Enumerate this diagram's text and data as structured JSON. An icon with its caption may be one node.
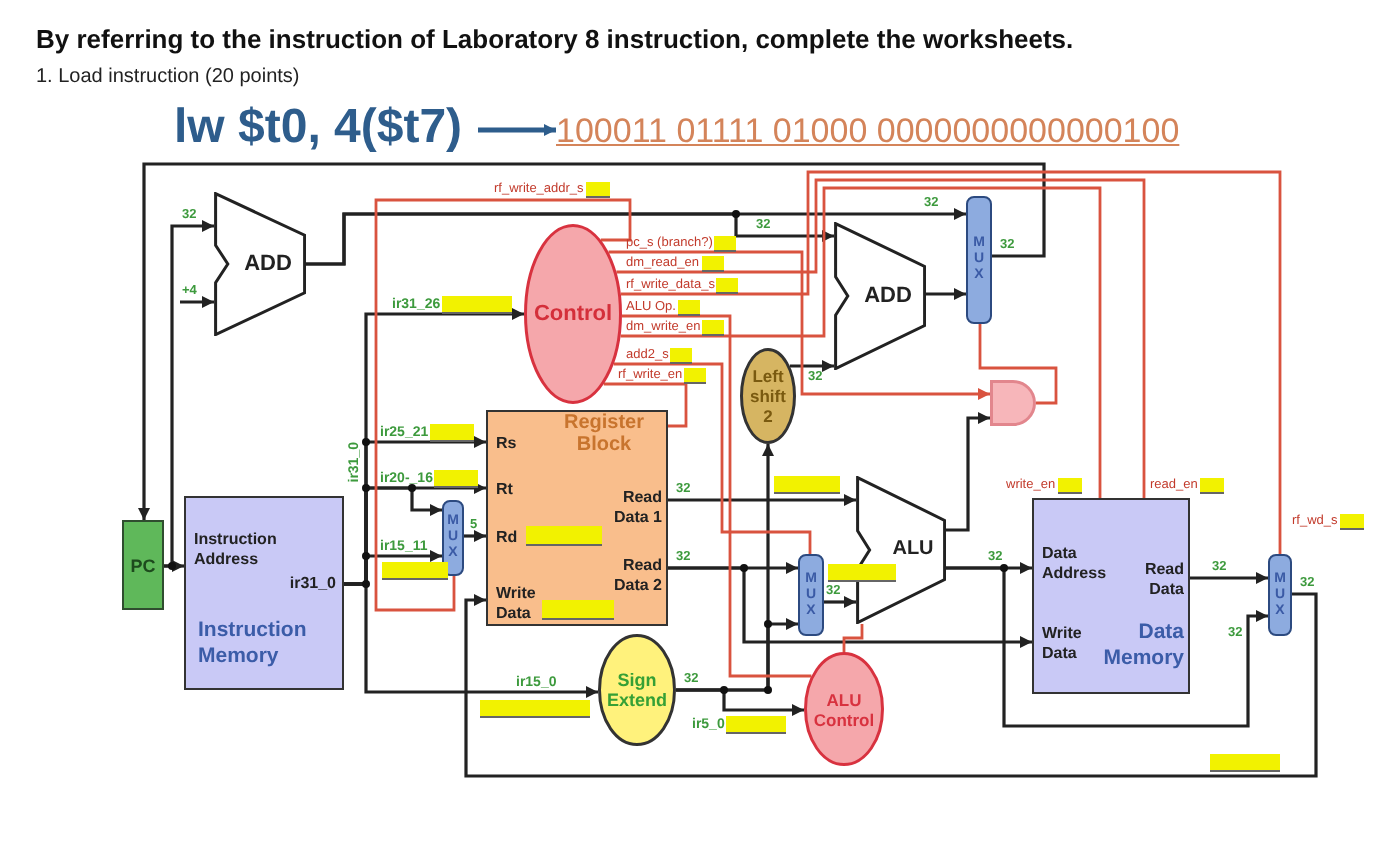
{
  "diagram": {
    "title": "By referring to the instruction of Laboratory 8 instruction, complete the worksheets.",
    "nodes": [
      {
        "text": [
          "lw $t0, 4($t7)"
        ]
      },
      {
        "text": [
          "100011 01111 01000 0000000000000100"
        ]
      },
      {
        "text": [
          "PC"
        ]
      },
      {
        "text": [
          "ADD"
        ]
      },
      {
        "text": [
          "Instruction Address",
          "ir31_0",
          "Instruction Memory"
        ]
      },
      {
        "text": [
          "M U X"
        ]
      },
      {
        "text": [
          "Control"
        ]
      },
      {
        "text": [
          "Register Block",
          "Rs",
          "Rt",
          "Rd",
          "Write Data",
          "Read Data 1",
          "Read Data 2"
        ]
      },
      {
        "text": [
          "Sign Extend"
        ]
      },
      {
        "text": [
          "Left shift 2"
        ]
      },
      {
        "text": [
          "M U X"
        ]
      },
      {
        "text": [
          "ALU Control"
        ]
      },
      {
        "text": [
          "ADD"
        ]
      },
      {
        "text": [
          "ALU"
        ]
      },
      {
        "text": [
          "M U X"
        ]
      },
      {
        "text": [],
        "shape": "gate"
      },
      {
        "text": [
          "Data Address",
          "Read Data",
          "Write Data",
          "Data Memory"
        ],
        "beside": [
          "write_en",
          "read_en"
        ]
      },
      {
        "text": [
          "M U X"
        ],
        "beside": [
          "rf_wd_s"
        ]
      }
    ],
    "edges": [
      {
        "from": 0,
        "to": 1,
        "arrow": "to",
        "color": "#2e5d8c"
      },
      {
        "from": 14,
        "to": 2,
        "arrow": "to",
        "label": "32"
      },
      {
        "from": 2,
        "to": 4,
        "arrow": "to"
      },
      {
        "from": 2,
        "to": 3,
        "arrow": "to",
        "label": "32"
      },
      {
        "from": null,
        "to": 3,
        "arrow": "to",
        "label": "+4"
      },
      {
        "from": 3,
        "to": 14,
        "arrow": "to",
        "label": "32"
      },
      {
        "from": 3,
        "to": 12,
        "arrow": "to",
        "label": "32"
      },
      {
        "from": 4,
        "to": 6,
        "arrow": "to",
        "label": "ir31_26"
      },
      {
        "from": 4,
        "to": 7,
        "arrow": "to",
        "label": "ir25_21"
      },
      {
        "from": 4,
        "to": 7,
        "arrow": "to",
        "label": "ir20-_16"
      },
      {
        "from": 4,
        "to": 5,
        "arrow": "to"
      },
      {
        "from": 4,
        "to": 5,
        "arrow": "to",
        "label": "ir15_11"
      },
      {
        "from": 4,
        "to": 8,
        "arrow": "to",
        "label": "ir15_0"
      },
      {
        "from": 5,
        "to": 7,
        "arrow": "to",
        "label": "5"
      },
      {
        "from": 7,
        "to": 13,
        "arrow": "to",
        "label": "32"
      },
      {
        "from": 7,
        "to": 10,
        "arrow": "to",
        "label": "32"
      },
      {
        "from": 7,
        "to": 16,
        "arrow": "to"
      },
      {
        "from": 8,
        "to": 10,
        "arrow": "to",
        "label": "32"
      },
      {
        "from": 8,
        "to": 9,
        "arrow": "to"
      },
      {
        "from": 8,
        "to": 11,
        "arrow": "to",
        "label": "ir5_0"
      },
      {
        "from": 9,
        "to": 12,
        "arrow": "to",
        "label": "32"
      },
      {
        "from": 12,
        "to": 14,
        "arrow": "to"
      },
      {
        "from": 10,
        "to": 13,
        "arrow": "to",
        "label": "32"
      },
      {
        "from": 11,
        "to": 13,
        "arrow": "none",
        "color": "#d9533f"
      },
      {
        "from": 13,
        "to": 15,
        "arrow": "to"
      },
      {
        "from": 13,
        "to": 16,
        "arrow": "to",
        "label": "32"
      },
      {
        "from": 13,
        "to": 17,
        "arrow": "to",
        "label": "32"
      },
      {
        "from": 16,
        "to": 17,
        "arrow": "to",
        "label": "32"
      },
      {
        "from": 17,
        "to": 7,
        "arrow": "to",
        "label": "32"
      },
      {
        "from": 15,
        "to": 14,
        "arrow": "none",
        "color": "#d9533f"
      },
      {
        "from": 6,
        "to": 5,
        "arrow": "none",
        "label": "rf_write_addr_s",
        "color": "#d9533f"
      },
      {
        "from": 6,
        "to": 15,
        "arrow": "to",
        "label": "pc_s (branch?)",
        "color": "#d9533f"
      },
      {
        "from": 6,
        "to": 16,
        "arrow": "none",
        "label": "dm_read_en",
        "color": "#d9533f"
      },
      {
        "from": 6,
        "to": 17,
        "arrow": "none",
        "label": "rf_write_data_s",
        "color": "#d9533f"
      },
      {
        "from": 6,
        "to": 11,
        "arrow": "none",
        "label": "ALU Op.",
        "color": "#d9533f"
      },
      {
        "from": 6,
        "to": 16,
        "arrow": "none",
        "label": "dm_write_en",
        "color": "#d9533f"
      },
      {
        "from": 6,
        "to": 10,
        "arrow": "none",
        "label": "add2_s",
        "color": "#d9533f"
      },
      {
        "from": 6,
        "to": 7,
        "arrow": "none",
        "label": "rf_write_en",
        "color": "#d9533f"
      }
    ],
    "labels": [
      "1. Load instruction (20 points)",
      "ir31_0"
    ]
  }
}
